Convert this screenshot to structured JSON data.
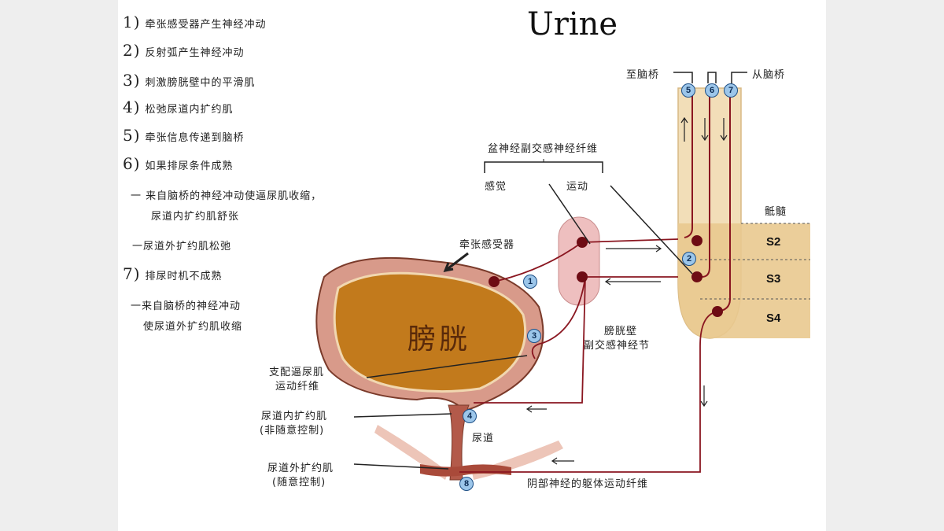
{
  "title": "Urine",
  "steps": [
    {
      "num": "1)",
      "text": "牵张感受器产生神经冲动"
    },
    {
      "num": "2)",
      "text": "反射弧产生神经冲动"
    },
    {
      "num": "3)",
      "text": "刺激膀胱壁中的平滑肌"
    },
    {
      "num": "4)",
      "text": "松弛尿道内扩约肌"
    },
    {
      "num": "5)",
      "text": "牵张信息传递到脑桥"
    },
    {
      "num": "6)",
      "text": "如果排尿条件成熟"
    },
    {
      "num": "7)",
      "text": "排尿时机不成熟"
    }
  ],
  "substeps": {
    "s6a_line1": "一  来自脑桥的神经冲动使逼尿肌收缩，",
    "s6a_line2": "尿道内扩约肌舒张",
    "s6b": "一尿道外扩约肌松弛",
    "s7a_line1": "一来自脑桥的神经冲动",
    "s7a_line2": "使尿道外扩约肌收缩"
  },
  "labels": {
    "to_pons": "至脑桥",
    "from_pons": "从脑桥",
    "pelvic_nerve": "盆神经副交感神经纤维",
    "sensory": "感觉",
    "motor": "运动",
    "sacral": "骶髓",
    "stretch_receptor": "牵张感受器",
    "bladder": "膀胱",
    "bladder_ganglion_1": "膀胱壁",
    "bladder_ganglion_2": "副交感神经节",
    "detrusor_1": "支配逼尿肌",
    "detrusor_2": "运动纤维",
    "internal_sphincter_1": "尿道内扩约肌",
    "internal_sphincter_2": "(非随意控制)",
    "urethra": "尿道",
    "external_sphincter_1": "尿道外扩约肌",
    "external_sphincter_2": "(随意控制)",
    "pudendal": "阴部神经的躯体运动纤维"
  },
  "segments": [
    "S2",
    "S3",
    "S4"
  ],
  "markers": [
    "1",
    "2",
    "3",
    "4",
    "5",
    "6",
    "7",
    "8"
  ],
  "colors": {
    "nerve": "#8a1620",
    "neuron": "#6e0c14",
    "marker_fill": "#9cc6ea",
    "cord": "#f2deb8",
    "bladder": "#c27a1c"
  }
}
